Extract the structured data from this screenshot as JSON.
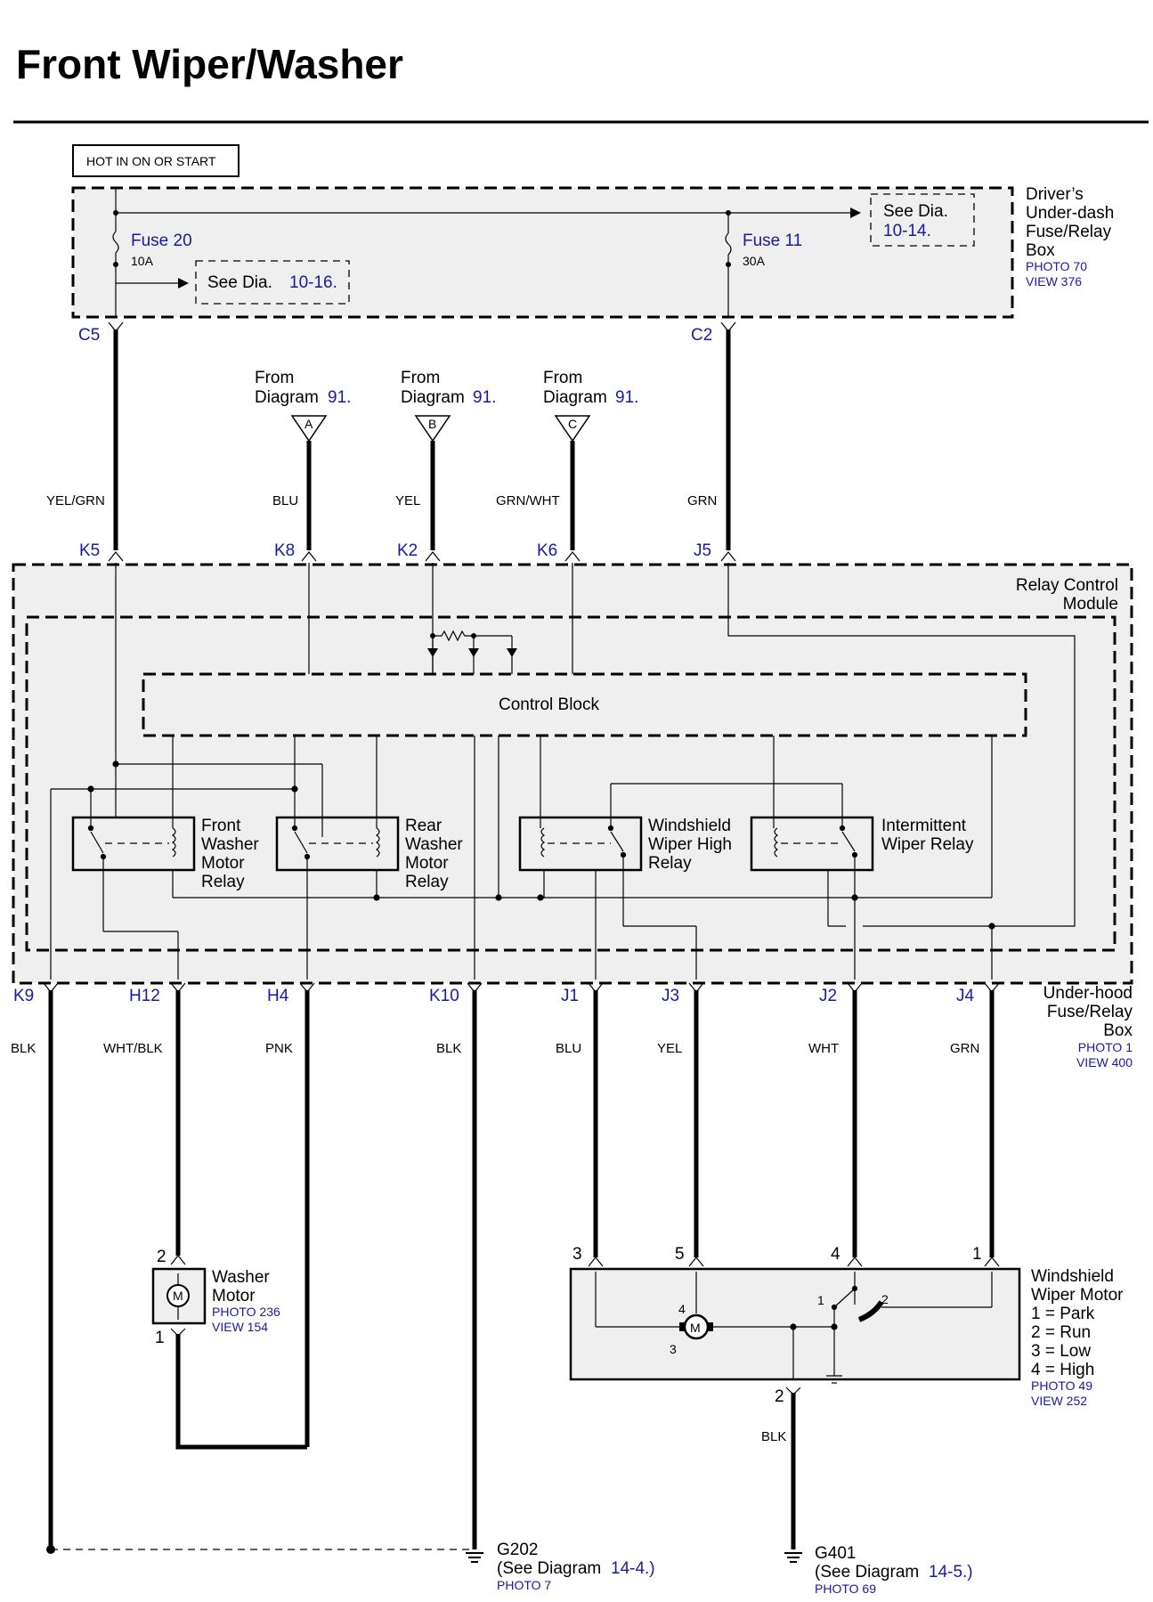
{
  "title": "Front Wiper/Washer",
  "hot_label": "HOT IN ON OR START",
  "driver_box": {
    "l1": "Driver’s",
    "l2": "Under-dash",
    "l3": "Fuse/Relay",
    "l4": "Box",
    "photo": "PHOTO 70",
    "view": "VIEW 376"
  },
  "fuse20": {
    "name": "Fuse 20",
    "rating": "10A"
  },
  "fuse11": {
    "name": "Fuse 11",
    "rating": "30A"
  },
  "see1": {
    "pre": "See  Dia.",
    "ref": "10-16."
  },
  "see2": {
    "pre": "See  Dia.",
    "ref": "10-14."
  },
  "top_pins": {
    "c5": "C5",
    "c2": "C2"
  },
  "from": {
    "line1": "From",
    "line2": "Diagram",
    "ref": "91."
  },
  "connectors": {
    "a": "A",
    "b": "B",
    "c": "C"
  },
  "top_wires": {
    "k5": "YEL/GRN",
    "k8": "BLU",
    "k2": "YEL",
    "k6": "GRN/WHT",
    "j5": "GRN"
  },
  "rcm_pins_top": {
    "k5": "K5",
    "k8": "K8",
    "k2": "K2",
    "k6": "K6",
    "j5": "J5"
  },
  "rcm": {
    "l1": "Relay Control",
    "l2": "Module"
  },
  "control_block": "Control Block",
  "relays": {
    "front": [
      "Front",
      "Washer",
      "Motor",
      "Relay"
    ],
    "rear": [
      "Rear",
      "Washer",
      "Motor",
      "Relay"
    ],
    "high": [
      "Windshield",
      "Wiper High",
      "Relay"
    ],
    "inter": [
      "Intermittent",
      "Wiper Relay"
    ]
  },
  "bottom_pins": {
    "k9": "K9",
    "h12": "H12",
    "h4": "H4",
    "k10": "K10",
    "j1": "J1",
    "j3": "J3",
    "j2": "J2",
    "j4": "J4"
  },
  "underhood": {
    "l1": "Under-hood",
    "l2": "Fuse/Relay",
    "l3": "Box",
    "photo": "PHOTO 1",
    "view": "VIEW 400"
  },
  "bottom_wires": {
    "k9": "BLK",
    "h12": "WHT/BLK",
    "h4": "PNK",
    "k10": "BLK",
    "j1": "BLU",
    "j3": "YEL",
    "j2": "WHT",
    "j4": "GRN"
  },
  "washer_motor": {
    "l1": "Washer",
    "l2": "Motor",
    "photo": "PHOTO 236",
    "view": "VIEW 154",
    "pin_top": "2",
    "pin_bottom": "1",
    "symbol": "M"
  },
  "wiper_motor": {
    "l1": "Windshield",
    "l2": "Wiper Motor",
    "legend": [
      "1 = Park",
      "2 = Run",
      "3 = Low",
      "4 = High"
    ],
    "photo": "PHOTO 49",
    "view": "VIEW 252",
    "pins": {
      "p3": "3",
      "p5": "5",
      "p4": "4",
      "p1": "1",
      "p2": "2"
    },
    "internal": {
      "m4": "4",
      "m3": "3",
      "s1": "1",
      "s2": "2"
    },
    "symbol": "M",
    "ground_wire": "BLK"
  },
  "g202": {
    "name": "G202",
    "see": "(See Diagram",
    "ref": "14-4.)",
    "photo": "PHOTO 7"
  },
  "g401": {
    "name": "G401",
    "see": "(See Diagram",
    "ref": "14-5.)",
    "photo": "PHOTO 69"
  }
}
